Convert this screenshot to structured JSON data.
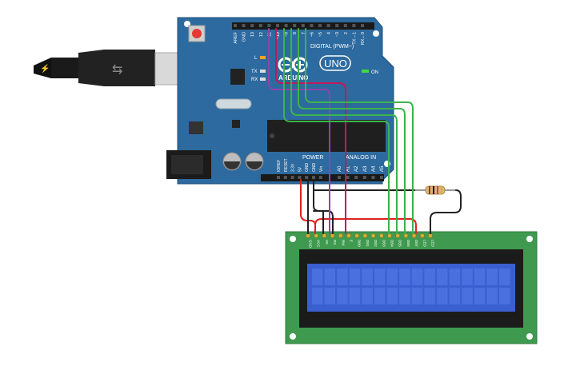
{
  "board": {
    "logo_text": "ARDUINO",
    "model": "UNO",
    "on_label": "ON",
    "led_l": "L",
    "led_tx": "TX",
    "led_rx": "RX",
    "digital_label": "DIGITAL (PWM~)",
    "digital_pins": [
      "AREF",
      "GND",
      "13",
      "12",
      "~11",
      "~10",
      "~9",
      "8",
      "7",
      "~6",
      "~5",
      "4",
      "~3",
      "2",
      "TX→1",
      "RX←0"
    ],
    "power_label": "POWER",
    "power_pins": [
      "IOREF",
      "RESET",
      "3.3V",
      "5V",
      "GND",
      "GND",
      "Vin"
    ],
    "analog_label": "ANALOG IN",
    "analog_pins": [
      "A0",
      "A1",
      "A2",
      "A3",
      "A4",
      "A5"
    ]
  },
  "lcd": {
    "pins": [
      "GND",
      "VCC",
      "V0",
      "RS",
      "RW",
      "E",
      "DB0",
      "DB1",
      "DB2",
      "DB3",
      "DB4",
      "DB5",
      "DB6",
      "DB7",
      "LED",
      "LED"
    ]
  },
  "colors": {
    "board": "#2d6a9f",
    "lcd_pcb": "#3f9a4f",
    "lcd_screen": "#3a5fd0",
    "wire_red": "#e02020",
    "wire_black": "#222222",
    "wire_green": "#3cb44b",
    "wire_purple": "#8e44ad",
    "wire_magenta": "#c2185b"
  }
}
